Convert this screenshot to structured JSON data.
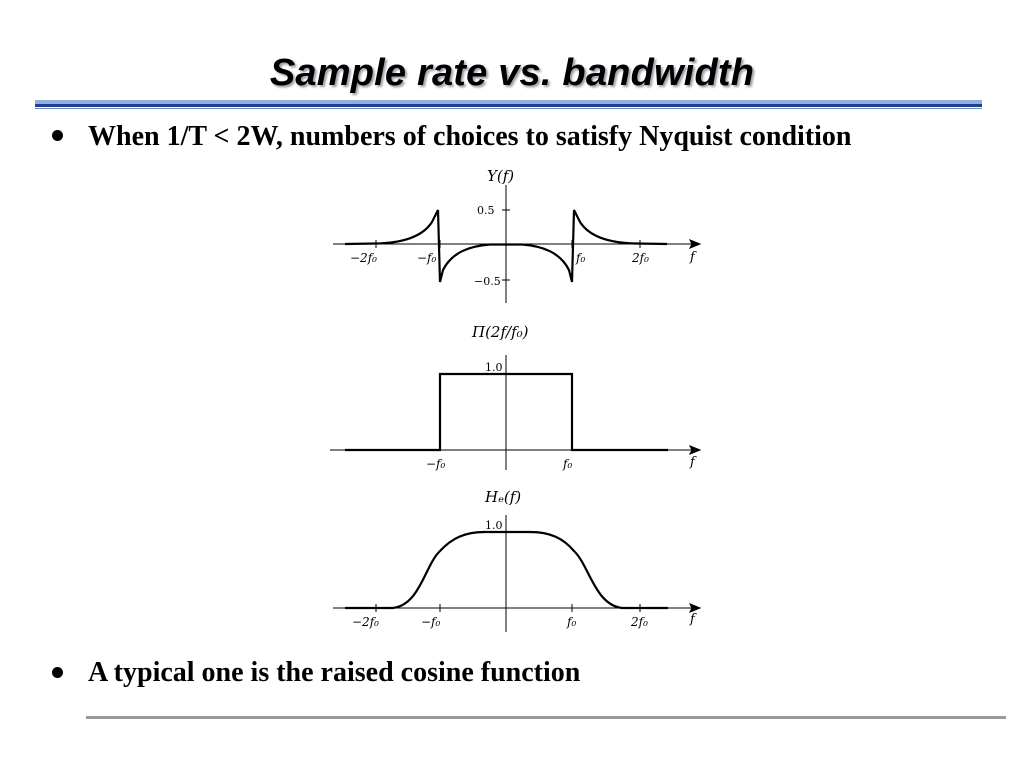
{
  "slide": {
    "title": "Sample rate vs. bandwidth",
    "bullets": [
      "When 1/T < 2W, numbers of choices to satisfy Nyquist condition",
      "A typical one is the raised cosine function"
    ]
  },
  "figure": {
    "panels": [
      {
        "label": "Y(f)",
        "y_ticks": [
          "0.5",
          "−0.5"
        ],
        "x_ticks": [
          "−2f₀",
          "−f₀",
          "f₀",
          "2f₀"
        ],
        "x_axis_label": "f"
      },
      {
        "label": "Π(2f/f₀)",
        "y_ticks": [
          "1.0"
        ],
        "x_ticks": [
          "−f₀",
          "f₀"
        ],
        "x_axis_label": "f"
      },
      {
        "label": "Hₑ(f)",
        "y_ticks": [
          "1.0"
        ],
        "x_ticks": [
          "−2f₀",
          "−f₀",
          "f₀",
          "2f₀"
        ],
        "x_axis_label": "f"
      }
    ]
  }
}
